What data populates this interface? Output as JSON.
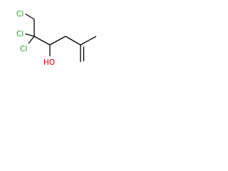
{
  "molecule": {
    "atoms": {
      "cl_top": "Cl",
      "cl_mid": "Cl",
      "cl_low": "Cl",
      "hydroxyl": "HO"
    }
  },
  "colors": {
    "chlorine": "#1f9e1f",
    "oxygen": "#e00000",
    "bond": "#000000",
    "background": "#ffffff"
  }
}
